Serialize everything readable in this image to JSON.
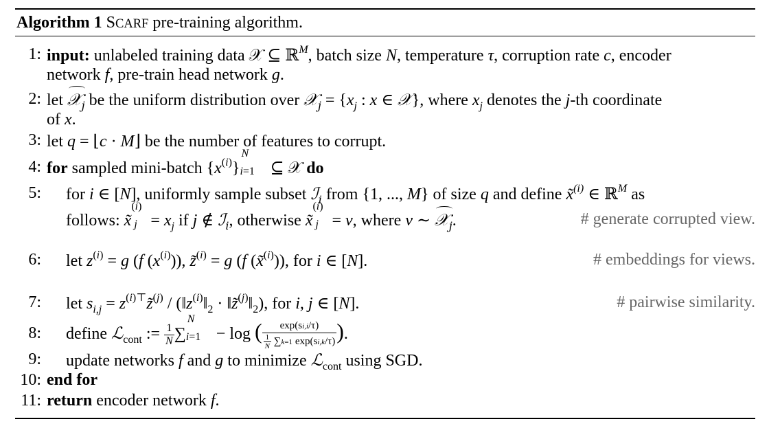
{
  "algorithm": {
    "label": "Algorithm 1",
    "name_S": "S",
    "name_rest": "CARF",
    "title_rest": " pre-training algorithm."
  },
  "lines": [
    {
      "num": "1:",
      "kw": "input:",
      "text": " unlabeled training data 𝒳 ⊆ ℝ",
      "sup": "M",
      "text2": ", batch size ",
      "N": "N",
      "text3": ", temperature ",
      "tau": "τ",
      "text4": ", corruption rate ",
      "c": "c",
      "text5": ", encoder",
      "cont": "network ",
      "f": "f",
      "cont2": ", pre-train head network ",
      "g": "g",
      "cont3": "."
    },
    {
      "num": "2:",
      "a": "let ",
      "b": " be the uniform distribution over ",
      "c2": " = {",
      "d": " : ",
      "e": " ∈ ",
      "f2": "}, where ",
      "g2": " denotes the ",
      "h": "-th coordinate",
      "cont": "of ",
      "cont2": "."
    },
    {
      "num": "3:",
      "a": "let ",
      "b": " = ⌊",
      "c2": " · ",
      "d": "⌋ be the number of features to corrupt."
    },
    {
      "num": "4:",
      "kw": "for",
      "a": " sampled mini-batch ",
      "b": " ⊆ 𝒳 ",
      "kw2": "do"
    },
    {
      "num": "5:",
      "a": "for ",
      "b": " ∈ [",
      "c2": "], uniformly sample subset ",
      "d": " from {1, ..., ",
      "e": "} of size ",
      "f2": " and define ",
      "g2": " ∈ ℝ",
      "h": " as",
      "cont": "follows: ",
      "cont2": " = ",
      "cont3": " if ",
      "cont4": " ∉ ",
      "cont5": ", otherwise ",
      "cont6": " = ",
      "cont7": ", where ",
      "cont8": " ∼ ",
      "cont9": ".",
      "comment": "# generate corrupted view."
    },
    {
      "num": "6:",
      "a": "let ",
      "b": " = ",
      "c2": ", ",
      "d": " = ",
      "e": ", for ",
      "f2": " ∈ [",
      "g2": "].",
      "comment": "# embeddings for views."
    },
    {
      "num": "7:",
      "a": "let ",
      "b": " = ",
      "c2": " / (‖",
      "d": "‖",
      "e": " · ‖",
      "f2": "‖",
      "g2": "), for ",
      "h": " ∈ [",
      "i": "].",
      "comment": "# pairwise similarity."
    },
    {
      "num": "8:",
      "a": "define ",
      "b": " := ",
      "c2": " − log ",
      "d": ".",
      "frac_num": "exp(s",
      "frac_num2": "/τ)",
      "frac_den": "exp(s",
      "frac_den2": "/τ)"
    },
    {
      "num": "9:",
      "a": "update networks ",
      "b": " and ",
      "c2": " to minimize ",
      "d": " using SGD."
    },
    {
      "num": "10:",
      "kw": "end for"
    },
    {
      "num": "11:",
      "kw": "return",
      "a": "  encoder network ",
      "b": "."
    }
  ]
}
